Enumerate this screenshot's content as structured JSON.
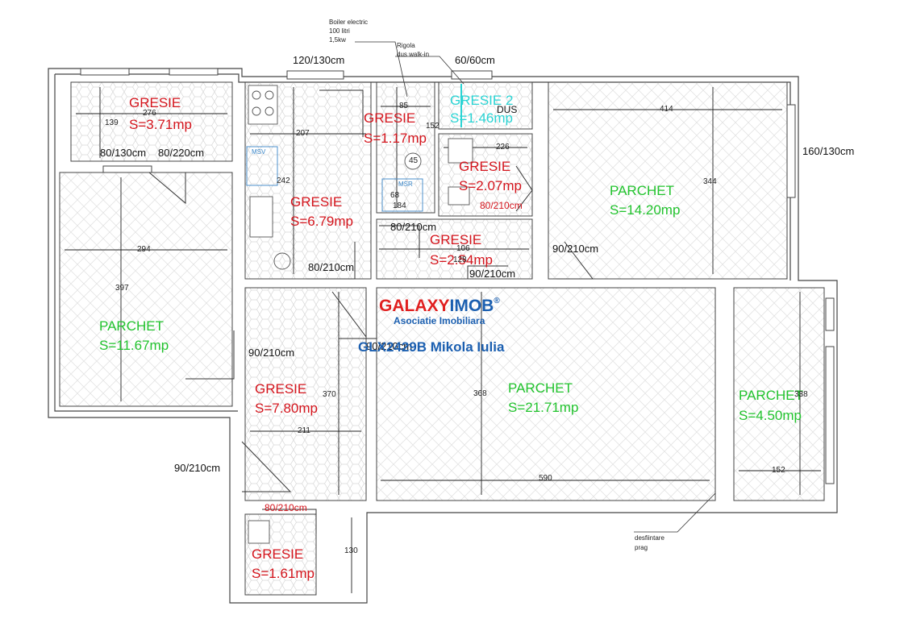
{
  "colors": {
    "tile_label": "#d4141c",
    "parquet_label": "#22c32e",
    "shower_label": "#2ad4d4",
    "logo_red": "#e02020",
    "logo_blue": "#1b5fb0",
    "wall": "#333333"
  },
  "rooms": [
    {
      "id": "bath-top-left",
      "type": "GRESIE",
      "area": "S=3.71mp"
    },
    {
      "id": "wc",
      "type": "GRESIE",
      "area": "S=1.17mp"
    },
    {
      "id": "shower",
      "type": "GRESIE 2",
      "area": "S=1.46mp"
    },
    {
      "id": "kitchen",
      "type": "GRESIE",
      "area": "S=6.79mp"
    },
    {
      "id": "bath-mid",
      "type": "GRESIE",
      "area": "S=2.07mp"
    },
    {
      "id": "hall-small",
      "type": "GRESIE",
      "area": "S=2.54mp"
    },
    {
      "id": "room-left",
      "type": "PARCHET",
      "area": "S=11.67mp"
    },
    {
      "id": "room-top-right",
      "type": "PARCHET",
      "area": "S=14.20mp"
    },
    {
      "id": "hallway",
      "type": "GRESIE",
      "area": "S=7.80mp"
    },
    {
      "id": "living",
      "type": "PARCHET",
      "area": "S=21.71mp"
    },
    {
      "id": "balcony",
      "type": "PARCHET",
      "area": "S=4.50mp"
    },
    {
      "id": "entry",
      "type": "GRESIE",
      "area": "S=1.61mp"
    }
  ],
  "openings": {
    "w_kitchen": "120/130cm",
    "w_shower": "60/60cm",
    "w_right": "160/130cm",
    "w_left_a": "80/130cm",
    "w_left_b": "80/220cm",
    "d_bath": "80/210cm",
    "d_bath2": "80/210cm",
    "d_room_right": "90/210cm",
    "d_kitchen": "80/210cm",
    "d_hall": "90/210cm",
    "d_left": "90/210cm",
    "d_living": "90/210cm",
    "d_entry_left": "90/210cm",
    "d_entry": "80/210cm"
  },
  "dimensions": {
    "d276": "276",
    "d139": "139",
    "d207": "207",
    "d85": "85",
    "d152": "152",
    "d45": "45",
    "d414": "414",
    "d226": "226",
    "d242": "242",
    "d68": "68",
    "d184": "184",
    "d344": "344",
    "d106": "106",
    "d128": "128",
    "d294": "294",
    "d397": "397",
    "d370": "370",
    "d368": "368",
    "d211": "211",
    "d590": "590",
    "d152b": "152",
    "d338": "338",
    "d130": "130"
  },
  "fixtures": {
    "msv": "MSV",
    "msr": "MSR",
    "dus": "DUS"
  },
  "notes": {
    "boiler": [
      "Boiler electric",
      "100 litri",
      "1,5kw"
    ],
    "rigola": [
      "Rigola",
      "dus walk-in"
    ],
    "threshold": [
      "desfiintare",
      "prag"
    ]
  },
  "watermark": {
    "brand_a": "GALAXY",
    "brand_b": "IMOB",
    "reg": "®",
    "tagline": "Asociatie Imobiliara",
    "listing": "GLX2429B Mikola Iulia"
  }
}
